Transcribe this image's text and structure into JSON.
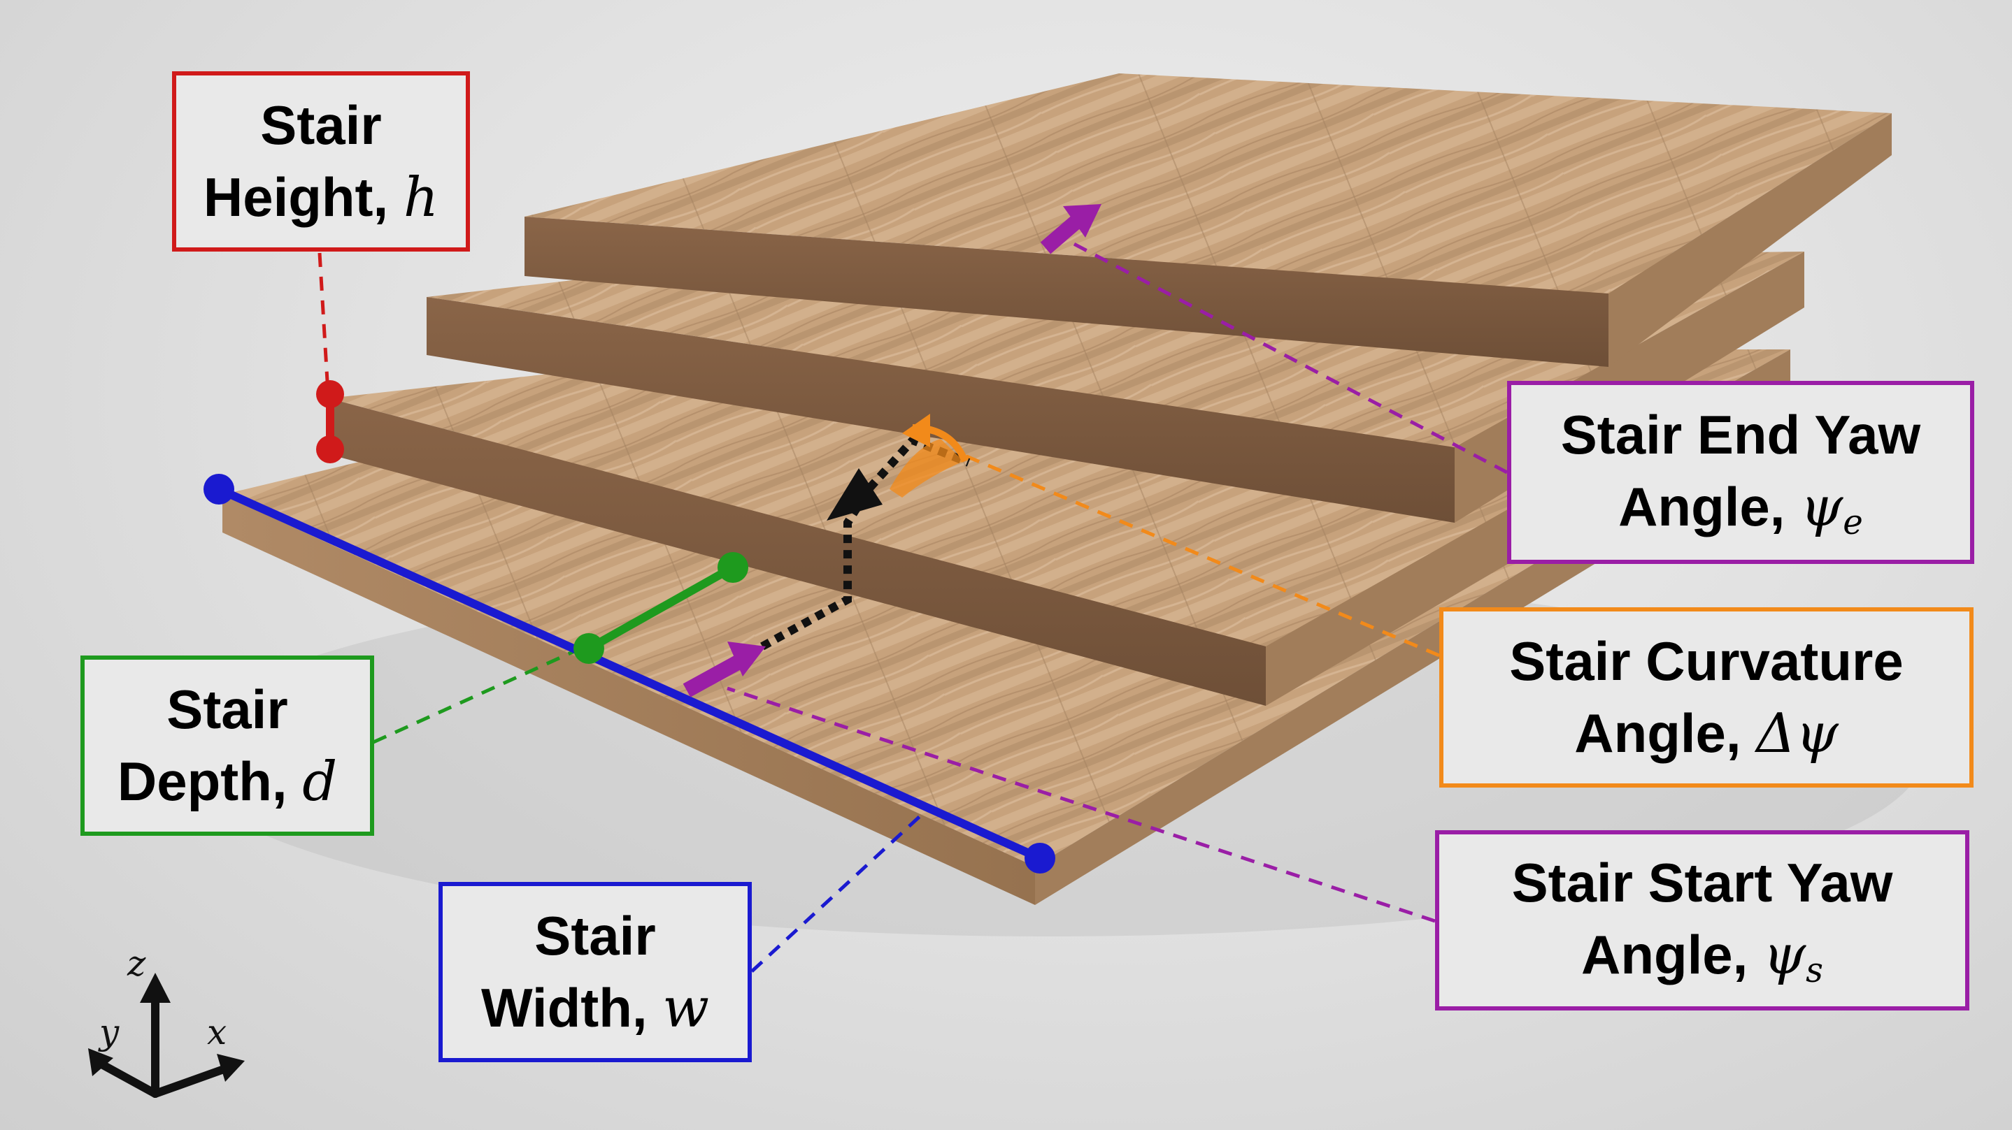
{
  "labels": {
    "height": {
      "line1": "Stair",
      "line2": "Height,",
      "var": "h",
      "sub": ""
    },
    "depth": {
      "line1": "Stair",
      "line2": "Depth,",
      "var": "d",
      "sub": ""
    },
    "width": {
      "line1": "Stair",
      "line2": "Width,",
      "var": "w",
      "sub": ""
    },
    "end_yaw": {
      "line1": "Stair End Yaw",
      "line2": "Angle,",
      "var": "ψ",
      "sub": "e"
    },
    "curvature": {
      "line1": "Stair Curvature",
      "line2": "Angle,",
      "var": "Δψ",
      "sub": ""
    },
    "start_yaw": {
      "line1": "Stair Start Yaw",
      "line2": "Angle,",
      "var": "ψ",
      "sub": "s"
    }
  },
  "axes": {
    "z": "z",
    "y": "y",
    "x": "x"
  },
  "colors": {
    "height": "#d01a1a",
    "depth": "#1e9a1e",
    "width": "#1a1ad0",
    "yaw": "#9a1ea6",
    "curvature": "#f28a1a",
    "path": "#111111",
    "wood": "#c9a682"
  }
}
